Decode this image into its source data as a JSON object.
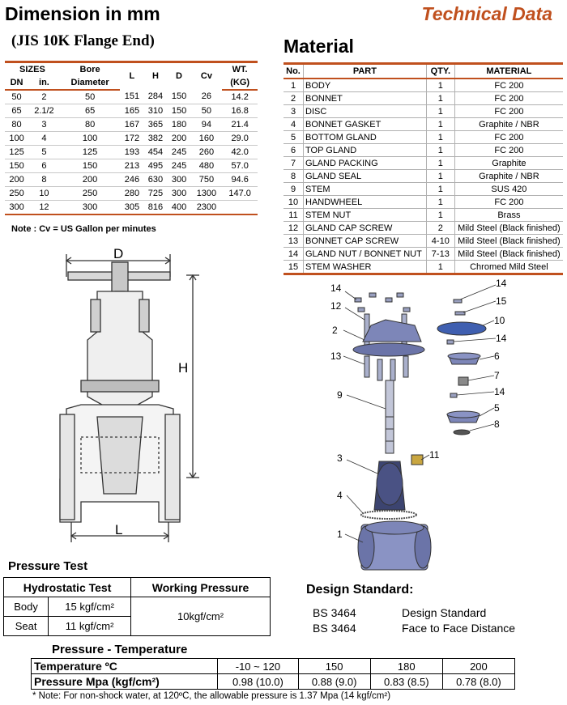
{
  "headings": {
    "dimension": "Dimension in mm",
    "jis": "(JIS 10K Flange End)",
    "technical": "Technical Data",
    "material": "Material"
  },
  "dimension_table": {
    "header_top": [
      "SIZES",
      "Bore",
      "L",
      "H",
      "D",
      "Cv",
      "WT."
    ],
    "header_bottom": [
      "DN",
      "in.",
      "Diameter",
      "(KG)"
    ],
    "rows": [
      [
        "50",
        "2",
        "50",
        "151",
        "284",
        "150",
        "26",
        "14.2"
      ],
      [
        "65",
        "2.1/2",
        "65",
        "165",
        "310",
        "150",
        "50",
        "16.8"
      ],
      [
        "80",
        "3",
        "80",
        "167",
        "365",
        "180",
        "94",
        "21.4"
      ],
      [
        "100",
        "4",
        "100",
        "172",
        "382",
        "200",
        "160",
        "29.0"
      ],
      [
        "125",
        "5",
        "125",
        "193",
        "454",
        "245",
        "260",
        "42.0"
      ],
      [
        "150",
        "6",
        "150",
        "213",
        "495",
        "245",
        "480",
        "57.0"
      ],
      [
        "200",
        "8",
        "200",
        "246",
        "630",
        "300",
        "750",
        "94.6"
      ],
      [
        "250",
        "10",
        "250",
        "280",
        "725",
        "300",
        "1300",
        "147.0"
      ],
      [
        "300",
        "12",
        "300",
        "305",
        "816",
        "400",
        "2300",
        ""
      ]
    ],
    "note": "Note : Cv = US Gallon per minutes"
  },
  "material_table": {
    "headers": [
      "No.",
      "PART",
      "QTY.",
      "MATERIAL"
    ],
    "rows": [
      [
        "1",
        "BODY",
        "1",
        "FC 200"
      ],
      [
        "2",
        "BONNET",
        "1",
        "FC 200"
      ],
      [
        "3",
        "DISC",
        "1",
        "FC 200"
      ],
      [
        "4",
        "BONNET GASKET",
        "1",
        "Graphite / NBR"
      ],
      [
        "5",
        "BOTTOM GLAND",
        "1",
        "FC 200"
      ],
      [
        "6",
        "TOP GLAND",
        "1",
        "FC 200"
      ],
      [
        "7",
        "GLAND PACKING",
        "1",
        "Graphite"
      ],
      [
        "8",
        "GLAND SEAL",
        "1",
        "Graphite / NBR"
      ],
      [
        "9",
        "STEM",
        "1",
        "SUS 420"
      ],
      [
        "10",
        "HANDWHEEL",
        "1",
        "FC 200"
      ],
      [
        "11",
        "STEM NUT",
        "1",
        "Brass"
      ],
      [
        "12",
        "GLAND CAP SCREW",
        "2",
        "Mild Steel (Black finished)"
      ],
      [
        "13",
        "BONNET CAP SCREW",
        "4-10",
        "Mild Steel (Black finished)"
      ],
      [
        "14",
        "GLAND NUT / BONNET NUT",
        "7-13",
        "Mild Steel (Black finished)"
      ],
      [
        "15",
        "STEM WASHER",
        "1",
        "Chromed Mild Steel"
      ]
    ]
  },
  "drawing": {
    "d_label": "D",
    "h_label": "H",
    "l_label": "L"
  },
  "exploded": {
    "labels": [
      "14",
      "12",
      "2",
      "13",
      "9",
      "3",
      "11",
      "4",
      "1",
      "14",
      "15",
      "10",
      "14",
      "6",
      "7",
      "14",
      "5",
      "8"
    ]
  },
  "pressure_test": {
    "title": "Pressure Test",
    "headers": [
      "Hydrostatic Test",
      "Working Pressure"
    ],
    "rows": [
      [
        "Body",
        "15 kgf/cm²"
      ],
      [
        "Seat",
        "11 kgf/cm²"
      ]
    ],
    "working": "10kgf/cm²"
  },
  "design_standard": {
    "title": "Design Standard:",
    "rows": [
      [
        "BS 3464",
        "Design Standard"
      ],
      [
        "BS 3464",
        "Face to Face Distance"
      ]
    ]
  },
  "pressure_temperature": {
    "title": "Pressure - Temperature",
    "temp_label": "Temperature ºC",
    "temps": [
      "-10 ~ 120",
      "150",
      "180",
      "200"
    ],
    "pressure_label": "Pressure Mpa (kgf/cm²)",
    "pressures": [
      "0.98 (10.0)",
      "0.88 (9.0)",
      "0.83 (8.5)",
      "0.78 (8.0)"
    ],
    "note": "* Note: For non-shock water, at 120ºC, the allowable pressure is 1.37 Mpa (14 kgf/cm²)"
  },
  "colors": {
    "accent": "#c0501e",
    "part_blue": "#6b74a8"
  }
}
